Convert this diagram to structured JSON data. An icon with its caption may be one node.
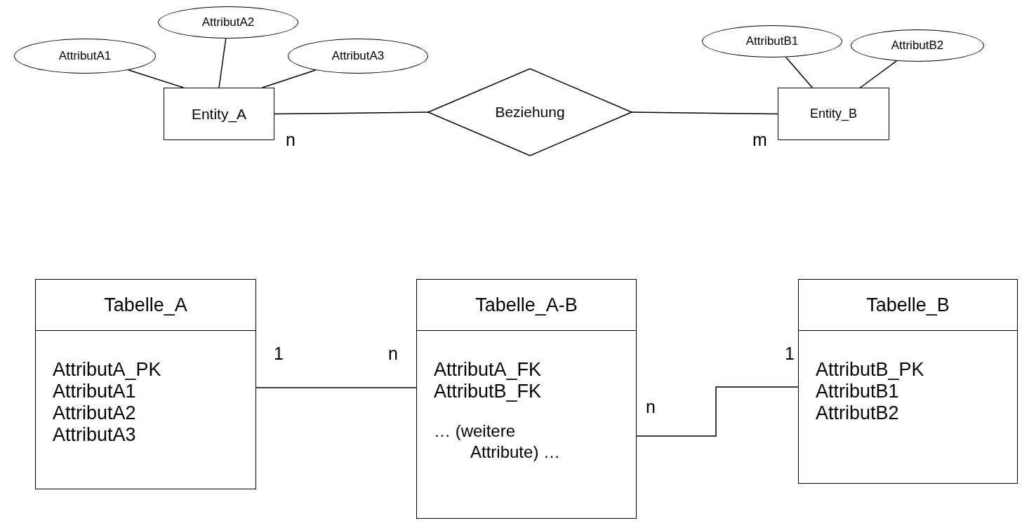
{
  "diagram": {
    "nodes": [
      {
        "text": [
          "AttributA1"
        ]
      },
      {
        "text": [
          "AttributA2"
        ]
      },
      {
        "text": [
          "AttributA3"
        ]
      },
      {
        "text": [
          "Entity_A"
        ]
      },
      {
        "text": [
          "Beziehung"
        ]
      },
      {
        "text": [
          "AttributB1"
        ]
      },
      {
        "text": [
          "AttributB2"
        ]
      },
      {
        "text": [
          "Entity_B"
        ]
      },
      {
        "text": [
          "Tabelle_A",
          "AttributA_PK",
          "AttributA1",
          "AttributA2",
          "AttributA3"
        ]
      },
      {
        "text": [
          "Tabelle_A-B",
          "AttributA_FK",
          "AttributB_FK",
          "… (weitere Attribute) …"
        ]
      },
      {
        "text": [
          "Tabelle_B",
          "AttributB_PK",
          "AttributB1",
          "AttributB2"
        ]
      }
    ],
    "edges": [
      {
        "from": 0,
        "to": 3,
        "arrow": "none"
      },
      {
        "from": 1,
        "to": 3,
        "arrow": "none"
      },
      {
        "from": 2,
        "to": 3,
        "arrow": "none"
      },
      {
        "from": 3,
        "to": 4,
        "arrow": "none"
      },
      {
        "from": 4,
        "to": 7,
        "arrow": "none"
      },
      {
        "from": 5,
        "to": 7,
        "arrow": "none"
      },
      {
        "from": 6,
        "to": 7,
        "arrow": "none"
      },
      {
        "from": 8,
        "to": 9,
        "arrow": "none"
      },
      {
        "from": 9,
        "to": 10,
        "arrow": "none"
      }
    ],
    "labels": [
      "n",
      "m",
      "1",
      "n",
      "n",
      "1"
    ]
  }
}
